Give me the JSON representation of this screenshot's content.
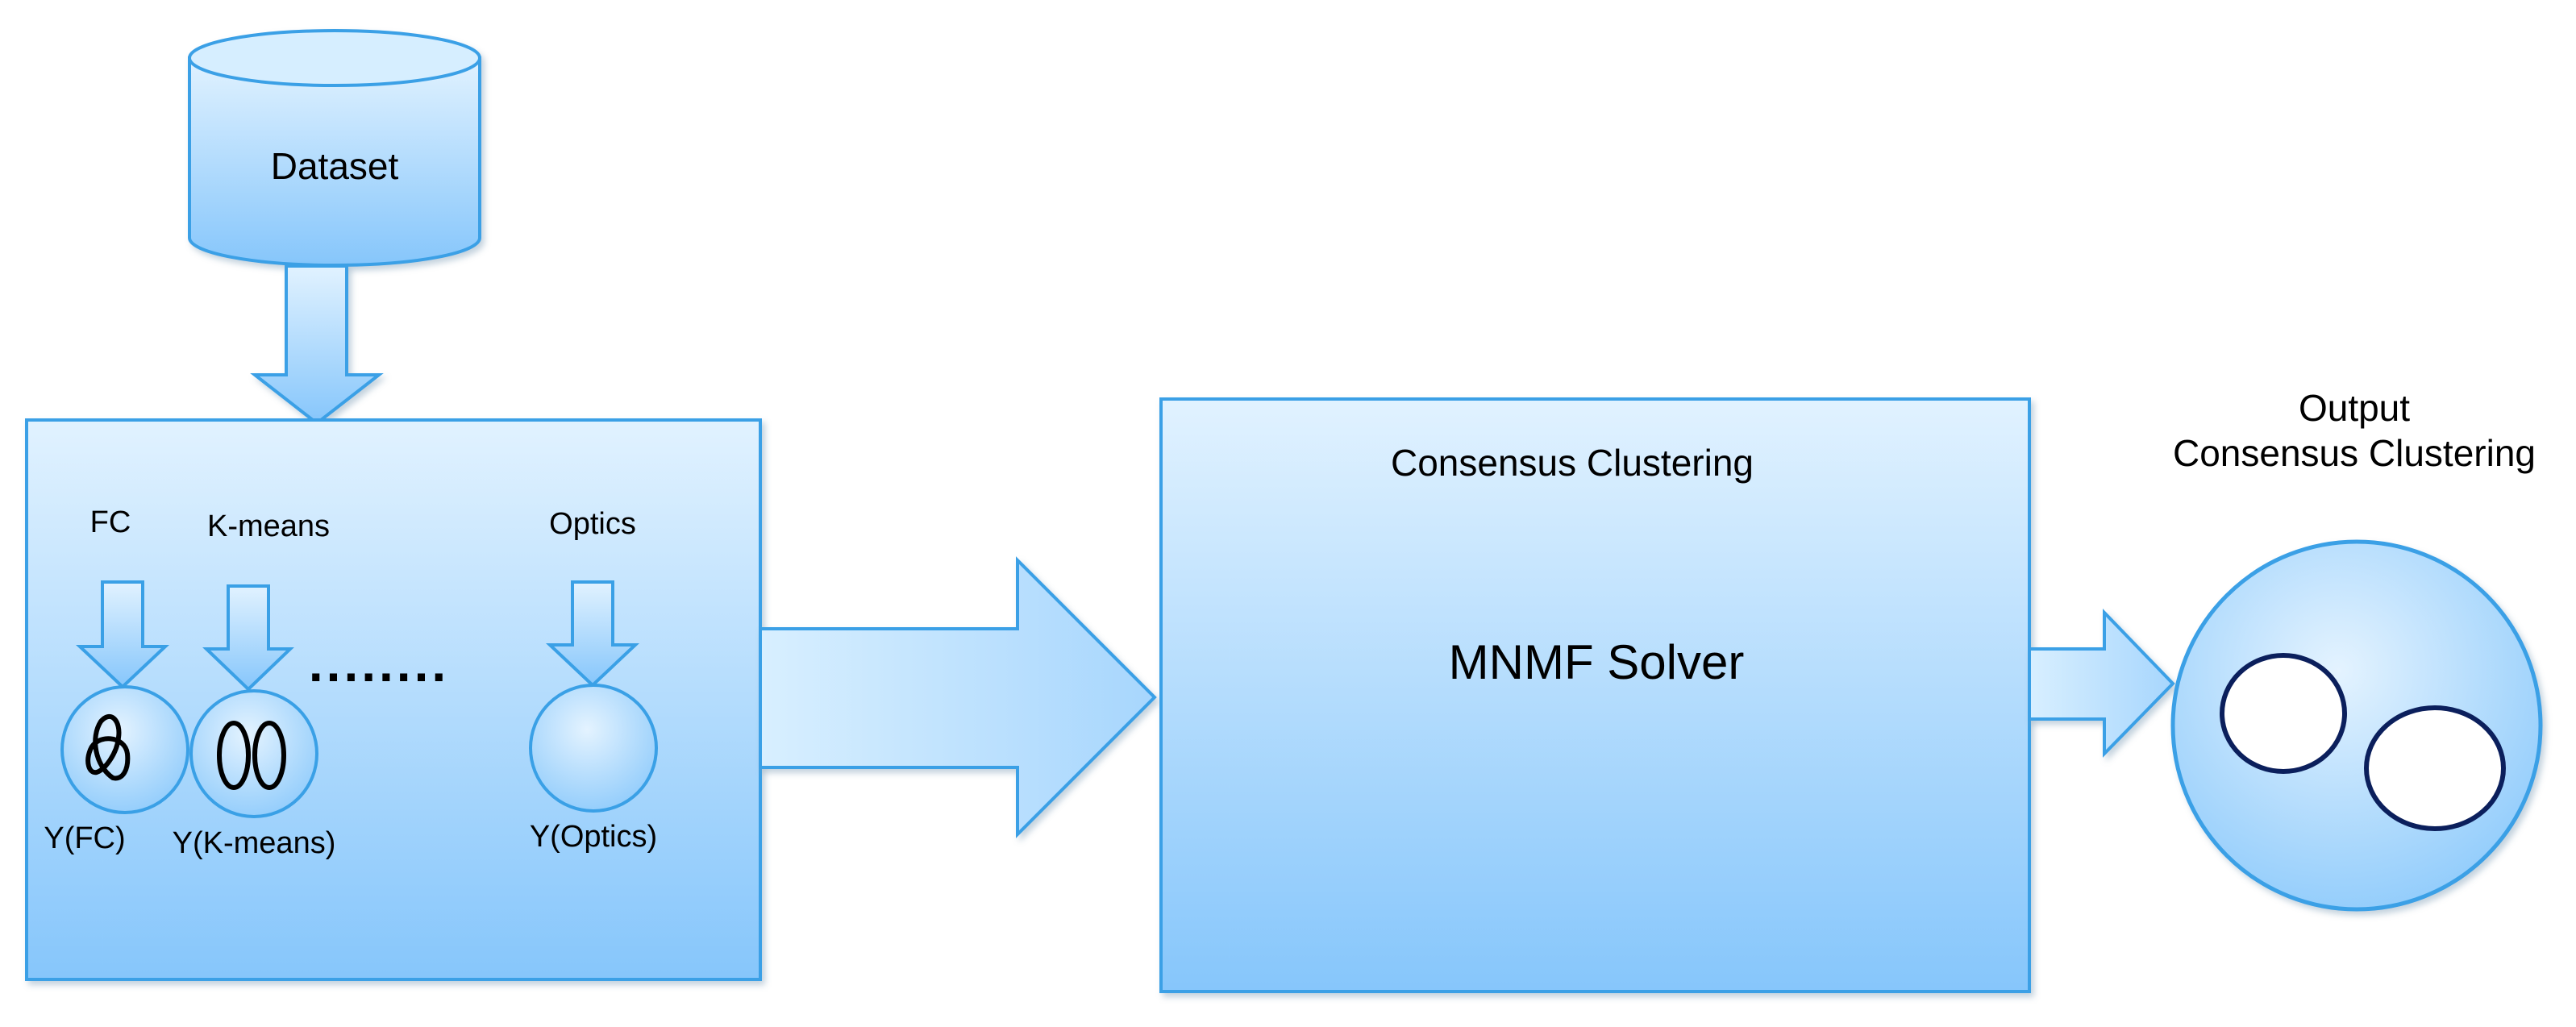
{
  "dataset": {
    "label": "Dataset"
  },
  "ensemble": {
    "methods": [
      {
        "name": "FC",
        "output": "Y(FC)"
      },
      {
        "name": "K-means",
        "output": "Y(K-means)"
      },
      {
        "name": "Optics",
        "output": "Y(Optics)"
      }
    ],
    "ellipsis": "........"
  },
  "consensus": {
    "title": "Consensus Clustering",
    "solver": "MNMF Solver"
  },
  "output": {
    "title_line1": "Output",
    "title_line2": "Consensus Clustering"
  },
  "colors": {
    "fill_top": "#d9efff",
    "fill_bottom": "#86c7fb",
    "stroke": "#3aa0e6",
    "cluster_outline": "#0b1f5c"
  }
}
